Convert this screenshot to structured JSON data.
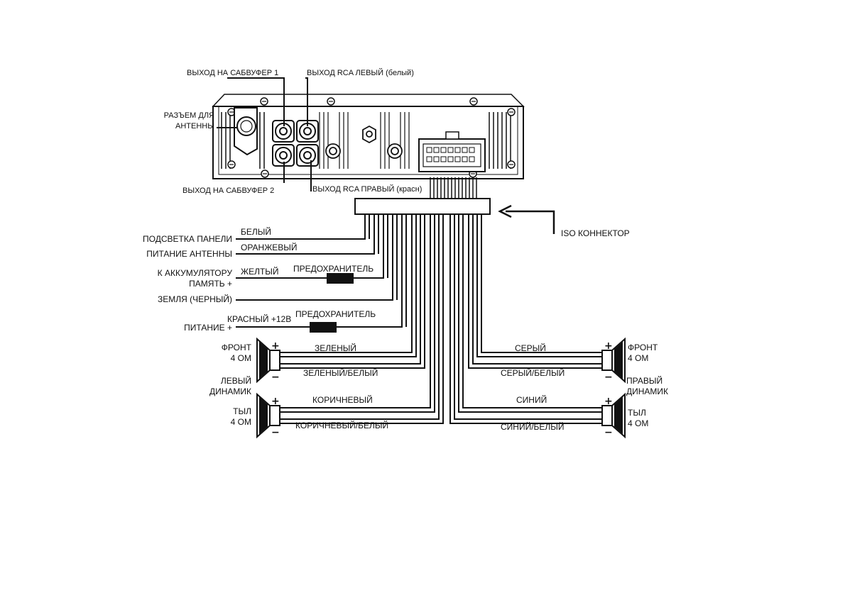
{
  "unit_labels": {
    "sub_out_1": "ВЫХОД НА САБВУФЕР 1",
    "rca_left": "ВЫХОД RCA ЛЕВЫЙ (белый)",
    "antenna_socket_1": "РАЗЪЕМ ДЛЯ",
    "antenna_socket_2": "АНТЕННЫ",
    "sub_out_2": "ВЫХОД НА САБВУФЕР 2",
    "rca_right": "ВЫХОД RCA ПРАВЫЙ (красн)",
    "iso_connector": "ISO КОННЕКТОР"
  },
  "wires": {
    "panel_light": {
      "label": "ПОДСВЕТКА ПАНЕЛИ",
      "color": "БЕЛЫЙ"
    },
    "antenna_power": {
      "label": "ПИТАНИЕ АНТЕННЫ",
      "color": "ОРАНЖЕВЫЙ"
    },
    "battery_1": "К АККУМУЛЯТОРУ",
    "battery_2": "ПАМЯТЬ +",
    "battery_color": "ЖЕЛТЫЙ",
    "fuse_1": "ПРЕДОХРАНИТЕЛЬ",
    "ground": "ЗЕМЛЯ (ЧЕРНЫЙ)",
    "power_label": "ПИТАНИЕ +",
    "power_color": "КРАСНЫЙ +12В",
    "fuse_2": "ПРЕДОХРАНИТЕЛЬ"
  },
  "speakers": {
    "front_left_1": "ФРОНТ",
    "front_left_2": "4 ОМ",
    "left_1": "ЛЕВЫЙ",
    "left_2": "ДИНАМИК",
    "rear_left_1": "ТЫЛ",
    "rear_left_2": "4 ОМ",
    "front_right_1": "ФРОНТ",
    "front_right_2": "4 ОМ",
    "right_1": "ПРАВЫЙ",
    "right_2": "ДИНАМИК",
    "rear_right_1": "ТЫЛ",
    "rear_right_2": "4 ОМ",
    "plus": "+",
    "minus": "−"
  },
  "speaker_wires": {
    "green": "ЗЕЛЕНЫЙ",
    "green_white": "ЗЕЛЕНЫЙ/БЕЛЫЙ",
    "brown": "КОРИЧНЕВЫЙ",
    "brown_white": "КОРИЧНЕВЫЙ/БЕЛЫЙ",
    "gray": "СЕРЫЙ",
    "gray_white": "СЕРЫЙ/БЕЛЫЙ",
    "blue": "СИНИЙ",
    "blue_white": "СИНИЙ/БЕЛЫЙ"
  }
}
